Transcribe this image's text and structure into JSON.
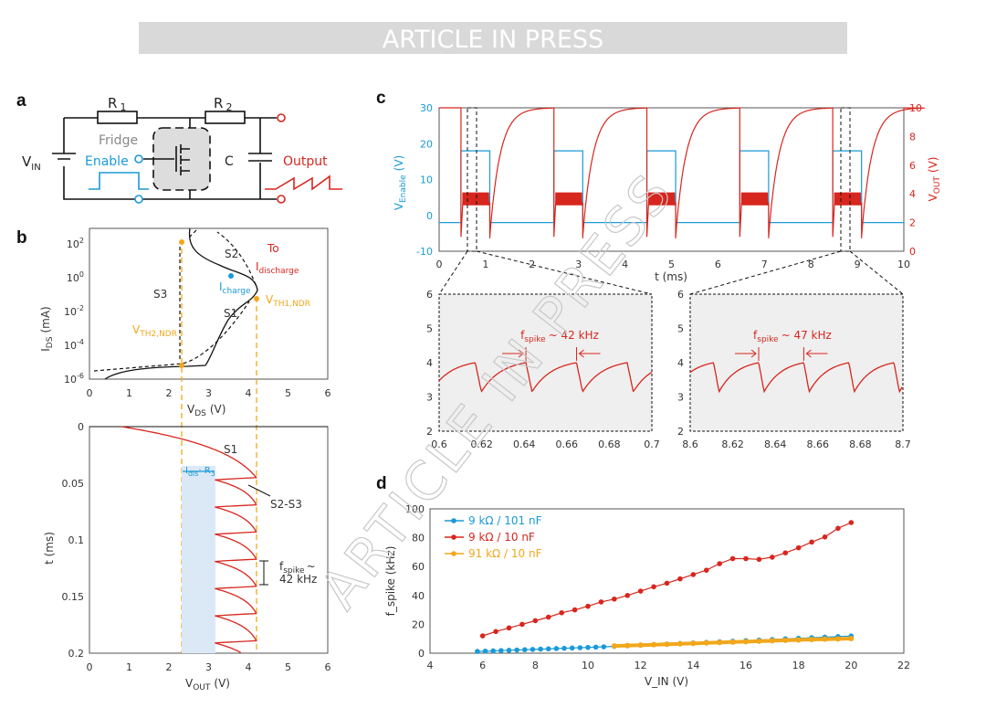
{
  "banner": "ARTICLE IN PRESS",
  "watermark": "ARTICLE IN PRESS",
  "colors": {
    "blue": "#1a9ad6",
    "red": "#d7261e",
    "orange": "#f2a71b",
    "gray": "#888888"
  },
  "panel_a": {
    "label": "a",
    "r1": "R",
    "r1_sub": "1",
    "r2": "R",
    "r2_sub": "2",
    "vin": "V",
    "vin_sub": "IN",
    "fridge": "Fridge",
    "enable": "Enable",
    "c": "C",
    "output": "Output"
  },
  "panel_b": {
    "label": "b",
    "top_ylabel": "I",
    "top_ylabel_sub": "DS",
    "top_ylabel_unit": "(mA)",
    "top_xlabel": "V",
    "top_xlabel_sub": "DS",
    "top_xlabel_unit": "(V)",
    "yticks": [
      "10",
      "10",
      "10",
      "10",
      "10"
    ],
    "yexp": [
      "2",
      "0",
      "-2",
      "-4",
      "-6"
    ],
    "xticks": [
      "0",
      "1",
      "2",
      "3",
      "4",
      "5",
      "6"
    ],
    "s1": "S1",
    "s2": "S2",
    "s3": "S3",
    "to": "To",
    "idis": "I",
    "idis_sub": "discharge",
    "icharge": "I",
    "icharge_sub": "charge",
    "vth1": "V",
    "vth1_sub": "TH1,NDR",
    "vth2": "V",
    "vth2_sub": "TH2,NDR",
    "bot_ylabel": "t (ms)",
    "bot_yticks": [
      "0",
      "0.05",
      "0.1",
      "0.15",
      "0.2"
    ],
    "bot_xlabel": "V",
    "bot_xlabel_sub": "OUT",
    "bot_xlabel_unit": "(V)",
    "bot_s1": "S1",
    "s2s3": "S2-S3",
    "idisr": "I",
    "idisr_sub": "dis",
    "idisr_rest": "· R",
    "idisr_sub2": "3",
    "fspike": "f",
    "fspike_sub": "spike",
    "fspike_rest": "~",
    "fspike_val": "42 kHz"
  },
  "panel_c": {
    "label": "c",
    "yleft_label": "V",
    "yleft_sub": "Enable",
    "yleft_unit": "(V)",
    "yright_label": "V",
    "yright_sub": "OUT",
    "yright_unit": "(V)",
    "yleft_ticks": [
      "30",
      "20",
      "10",
      "0",
      "-10"
    ],
    "yright_ticks": [
      "10",
      "8",
      "6",
      "4",
      "2",
      "0"
    ],
    "xticks": [
      "0",
      "1",
      "2",
      "3",
      "4",
      "5",
      "6",
      "7",
      "8",
      "9",
      "10"
    ],
    "xlabel": "t (ms)",
    "inset1": {
      "xticks": [
        "0.6",
        "0.62",
        "0.64",
        "0.66",
        "0.68",
        "0.7"
      ],
      "yticks": [
        "6",
        "5",
        "4",
        "3",
        "2"
      ],
      "f": "f",
      "fsub": "spike",
      "fval": "~ 42 kHz"
    },
    "inset2": {
      "xticks": [
        "8.6",
        "8.62",
        "8.64",
        "8.66",
        "8.68",
        "8.7"
      ],
      "yticks": [
        "6",
        "5",
        "4",
        "3",
        "2"
      ],
      "f": "f",
      "fsub": "spike",
      "fval": "~ 47 kHz"
    }
  },
  "chart_data": [
    {
      "panel": "d",
      "type": "line",
      "title": "",
      "xlabel": "V_IN (V)",
      "ylabel": "f_spike (kHz)",
      "xlim": [
        4,
        22
      ],
      "ylim": [
        0,
        100
      ],
      "xticks": [
        "4",
        "6",
        "8",
        "10",
        "12",
        "14",
        "16",
        "18",
        "20",
        "22"
      ],
      "yticks": [
        "0",
        "20",
        "40",
        "60",
        "80",
        "100"
      ],
      "legend_position": "top-left",
      "series": [
        {
          "name": "9 kΩ / 101 nF",
          "color": "#1a9ad6",
          "x": [
            5.8,
            6.1,
            6.4,
            6.7,
            7,
            7.3,
            7.6,
            7.9,
            8.2,
            8.5,
            8.8,
            9.1,
            9.4,
            9.7,
            10,
            10.3,
            10.6,
            11,
            11.5,
            12,
            12.5,
            13,
            13.5,
            14,
            14.5,
            15,
            15.5,
            16,
            16.5,
            17,
            17.5,
            18,
            18.5,
            19,
            19.5,
            20
          ],
          "y": [
            1.2,
            1.4,
            1.6,
            1.8,
            2,
            2.2,
            2.4,
            2.6,
            2.8,
            3,
            3.2,
            3.4,
            3.6,
            3.8,
            4,
            4.2,
            4.4,
            4.7,
            5.1,
            5.5,
            5.9,
            6.3,
            6.7,
            7.1,
            7.5,
            7.9,
            8.3,
            8.7,
            9.1,
            9.5,
            9.9,
            10.3,
            10.7,
            11.1,
            11.5,
            11.9
          ]
        },
        {
          "name": "9 kΩ / 10 nF",
          "color": "#d7261e",
          "x": [
            6,
            6.5,
            7,
            7.5,
            8,
            8.5,
            9,
            9.5,
            10,
            10.5,
            11,
            11.5,
            12,
            12.5,
            13,
            13.5,
            14,
            14.5,
            15,
            15.5,
            16,
            16.5,
            17,
            17.5,
            18,
            18.5,
            19,
            19.5,
            20
          ],
          "y": [
            12,
            15,
            17.5,
            20,
            22.5,
            25,
            28,
            30,
            32.5,
            35.5,
            37.5,
            40,
            43,
            46,
            48.5,
            51.5,
            54.5,
            57.5,
            62,
            65.5,
            65.5,
            65,
            66.5,
            69.5,
            73,
            77,
            80.5,
            86.5,
            90.5
          ]
        },
        {
          "name": "91 kΩ / 10 nF",
          "color": "#f2a71b",
          "x": [
            11,
            11.5,
            12,
            12.5,
            13,
            13.5,
            14,
            14.5,
            15,
            15.5,
            16,
            16.5,
            17,
            17.5,
            18,
            18.5,
            19,
            19.5,
            20
          ],
          "y": [
            5,
            5.3,
            5.6,
            5.9,
            6.2,
            6.5,
            6.8,
            7.1,
            7.4,
            7.7,
            8,
            8.3,
            8.6,
            8.9,
            9.2,
            9.5,
            9.7,
            9.9,
            10.1
          ]
        }
      ],
      "panel_label": "d"
    }
  ]
}
